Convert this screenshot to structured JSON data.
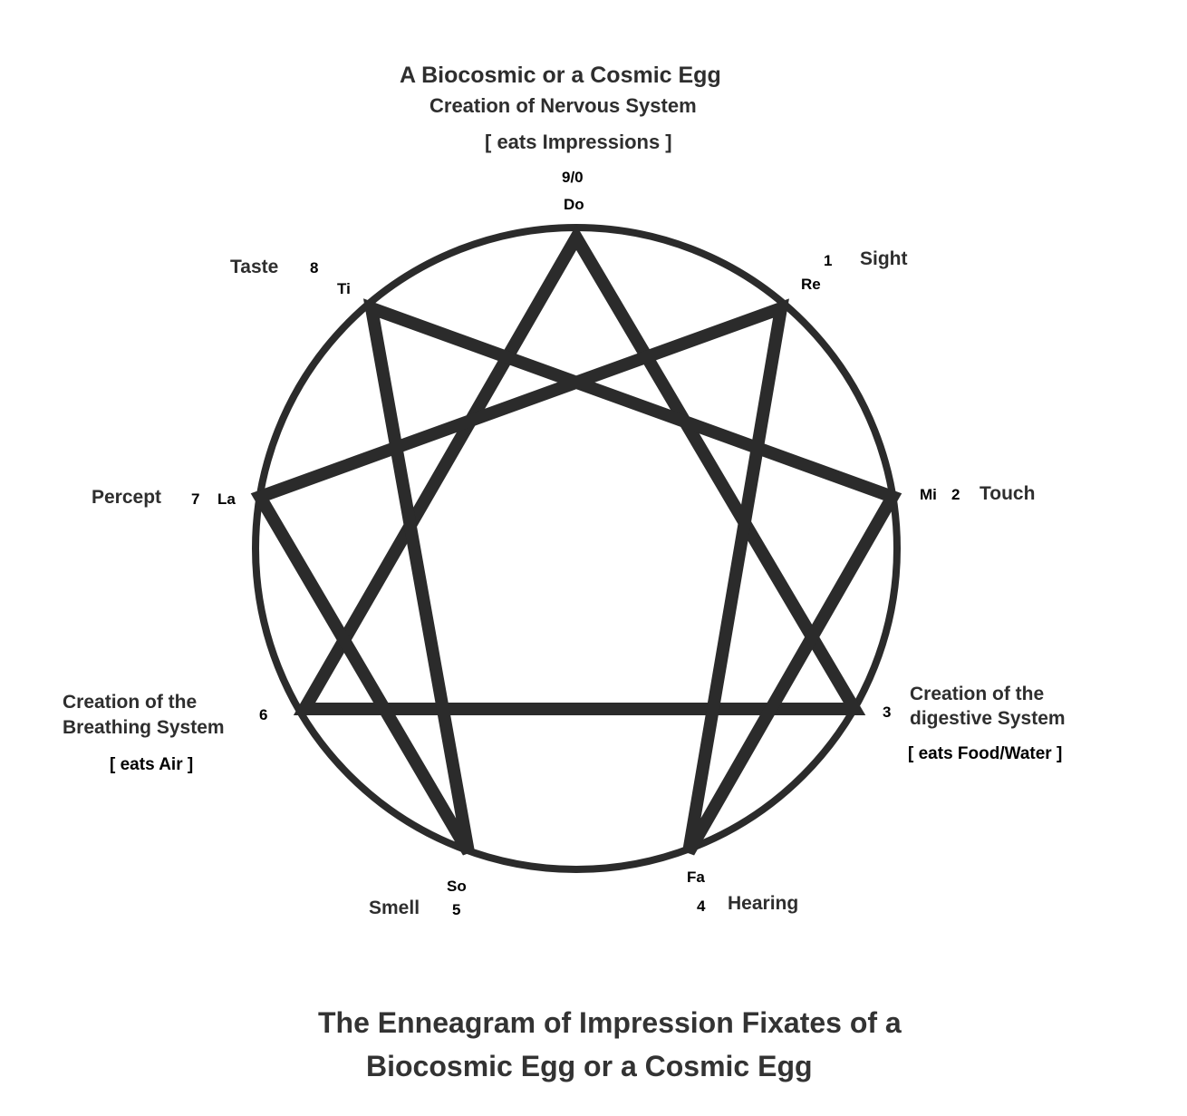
{
  "header": {
    "title": "A Biocosmic or a Cosmic Egg",
    "subtitle": "Creation of Nervous System",
    "eats": "[ eats Impressions ]"
  },
  "points": [
    {
      "number": "9/0",
      "note": "Do",
      "sense": ""
    },
    {
      "number": "1",
      "note": "Re",
      "sense": "Sight"
    },
    {
      "number": "2",
      "note": "Mi",
      "sense": "Touch"
    },
    {
      "number": "3",
      "note": "",
      "sense": "Creation of the",
      "sense2": "digestive System",
      "eats": "[ eats Food/Water ]"
    },
    {
      "number": "4",
      "note": "Fa",
      "sense": "Hearing"
    },
    {
      "number": "5",
      "note": "So",
      "sense": "Smell"
    },
    {
      "number": "6",
      "note": "",
      "sense": "Creation of the",
      "sense2": "Breathing System",
      "eats": "[ eats Air ]"
    },
    {
      "number": "7",
      "note": "La",
      "sense": "Percept"
    },
    {
      "number": "8",
      "note": "Ti",
      "sense": "Taste"
    }
  ],
  "caption": {
    "line1": "The Enneagram of Impression Fixates of a",
    "line2": "Biocosmic Egg or a Cosmic Egg"
  },
  "colors": {
    "stroke": "#2b2b2b",
    "text": "#2e2e2e"
  }
}
